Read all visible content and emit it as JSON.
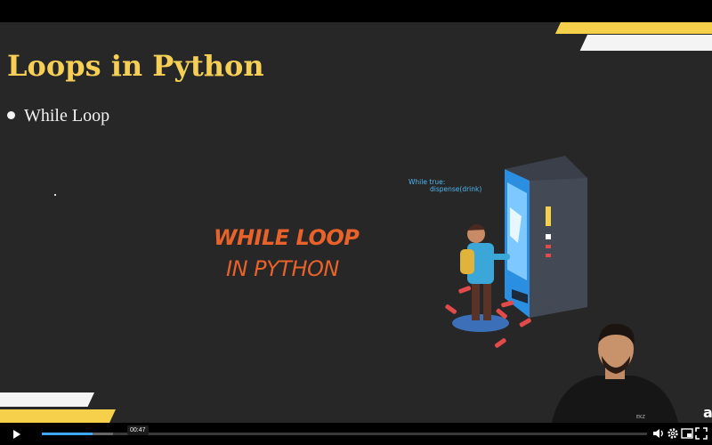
{
  "slide": {
    "title": "Loops in Python",
    "bullets": [
      "While Loop"
    ],
    "graphic_text": {
      "line1": "WHILE LOOP",
      "line2": "IN PYTHON",
      "code_line1": "While true:",
      "code_line2": "dispense(drink)"
    }
  },
  "player": {
    "current_time": "00:47",
    "progress": 0.084
  },
  "colors": {
    "slide_bg": "#272727",
    "title": "#f6cf56",
    "accent_orange": "#e8622a",
    "machine_blue": "#2a8fe0",
    "progress": "#3ea6ff"
  },
  "icons": [
    "play-icon",
    "volume-icon",
    "gear-icon",
    "pip-icon",
    "fullscreen-icon"
  ]
}
